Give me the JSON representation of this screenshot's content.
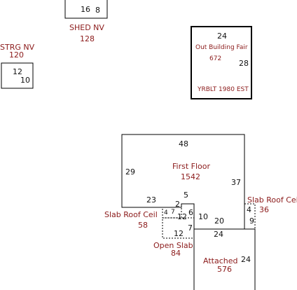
{
  "shed": {
    "label": "SHED NV",
    "area": "128",
    "dim_a": "16",
    "dim_b": "8"
  },
  "strg": {
    "label": "STRG NV",
    "area": "120",
    "dim_a": "12",
    "dim_b": "10"
  },
  "outbuilding": {
    "top_dim": "24",
    "label": "Out Building Fair",
    "area": "672",
    "side_dim": "28",
    "note": "YRBLT 1980 EST"
  },
  "first_floor": {
    "label": "First Floor",
    "area": "1542",
    "dims": {
      "top": "48",
      "left": "29",
      "right": "37",
      "bottom_left": "23",
      "step": "5",
      "notch": "2",
      "notch_side": "6",
      "bottom_mid": "10",
      "bottom_right": "20"
    }
  },
  "slab_left": {
    "label": "Slab Roof Ceil",
    "area": "58",
    "dim_a": "4",
    "dim_b": "7",
    "dim_c": "12"
  },
  "slab_right": {
    "label": "Slab Roof Ceil",
    "area": "36",
    "dim_a": "4",
    "dim_b": "9"
  },
  "open_slab": {
    "label": "Open Slab",
    "area": "84",
    "dim_a": "7",
    "dim_b": "12"
  },
  "attached": {
    "label": "Attached",
    "area": "576",
    "top_dim": "24",
    "side_dim": "24"
  }
}
